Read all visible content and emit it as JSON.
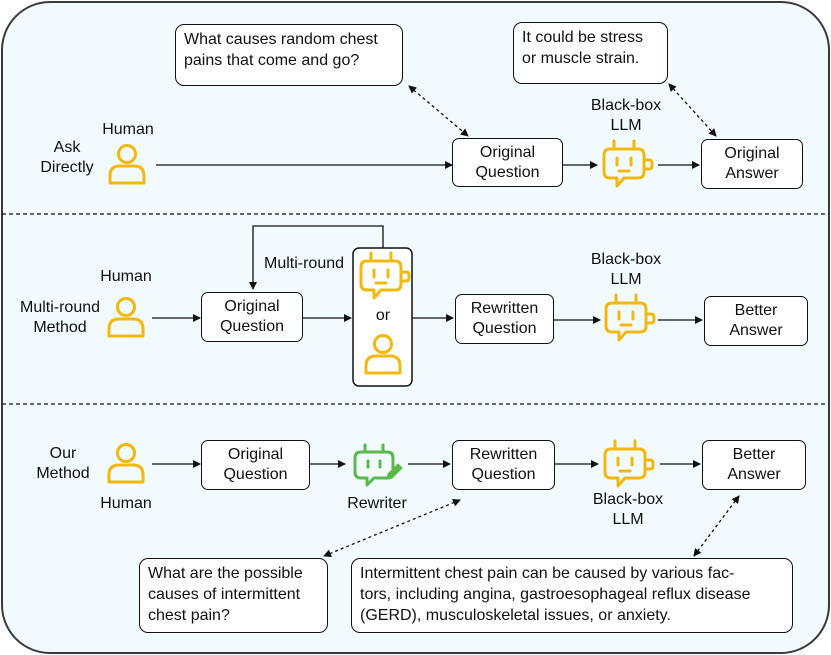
{
  "colors": {
    "panel_bg": "#f1fafd",
    "icon_yellow": "#f3b80f",
    "icon_green": "#5cb84a",
    "border": "#3a3a3a"
  },
  "rows": {
    "direct": {
      "label_lines": [
        "Ask",
        "Directly"
      ],
      "human": "Human",
      "original_question": [
        "Original",
        "Question"
      ],
      "llm_label": [
        "Black-box",
        "LLM"
      ],
      "answer": [
        "Original",
        "Answer"
      ],
      "question_bubble": [
        "What causes random chest",
        "pains that come and go?"
      ],
      "answer_bubble": [
        "It could be stress",
        "or muscle strain."
      ]
    },
    "multi": {
      "label_lines": [
        "Multi-round",
        "Method"
      ],
      "human": "Human",
      "original_question": [
        "Original",
        "Question"
      ],
      "loop_label": "Multi-round",
      "or": "or",
      "rewritten_question": [
        "Rewritten",
        "Question"
      ],
      "llm_label": [
        "Black-box",
        "LLM"
      ],
      "answer": [
        "Better",
        "Answer"
      ]
    },
    "ours": {
      "label_lines": [
        "Our",
        "Method"
      ],
      "human": "Human",
      "original_question": [
        "Original",
        "Question"
      ],
      "rewriter": "Rewriter",
      "rewritten_question": [
        "Rewritten",
        "Question"
      ],
      "llm_label": [
        "Black-box",
        "LLM"
      ],
      "answer": [
        "Better",
        "Answer"
      ],
      "question_bubble": [
        "What are the possible",
        "causes of intermittent",
        "chest pain?"
      ],
      "answer_bubble": [
        "Intermittent chest pain can be caused by various fac-",
        "tors, including angina, gastroesophageal reflux disease",
        "(GERD), musculoskeletal issues, or anxiety."
      ]
    }
  }
}
